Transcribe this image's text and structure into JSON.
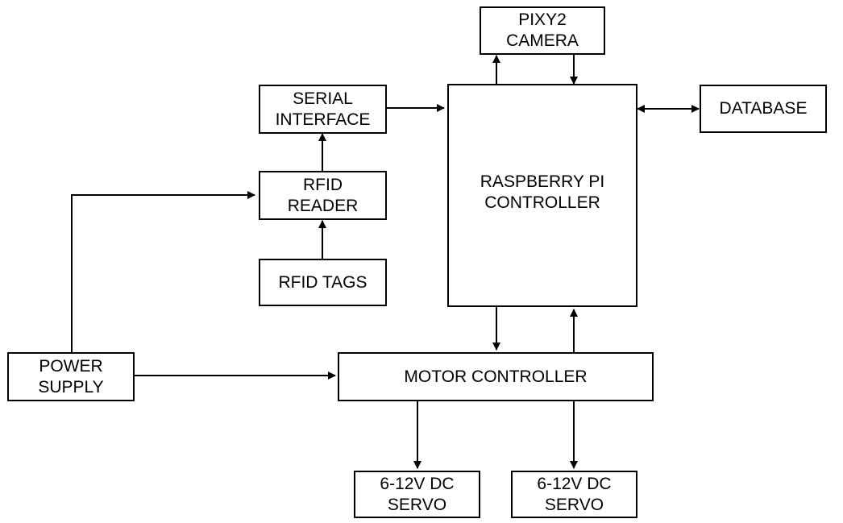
{
  "blocks": {
    "pixy2_camera": "PIXY2\nCAMERA",
    "serial_interface": "SERIAL\nINTERFACE",
    "database": "DATABASE",
    "rfid_reader": "RFID\nREADER",
    "raspberry_pi": "RASPBERRY PI\nCONTROLLER",
    "rfid_tags": "RFID TAGS",
    "power_supply": "POWER\nSUPPLY",
    "motor_controller": "MOTOR CONTROLLER",
    "servo_left": "6-12V DC\nSERVO",
    "servo_right": "6-12V DC\nSERVO"
  },
  "colors": {
    "line": "#000000",
    "box_border": "#000000",
    "background": "#ffffff"
  }
}
